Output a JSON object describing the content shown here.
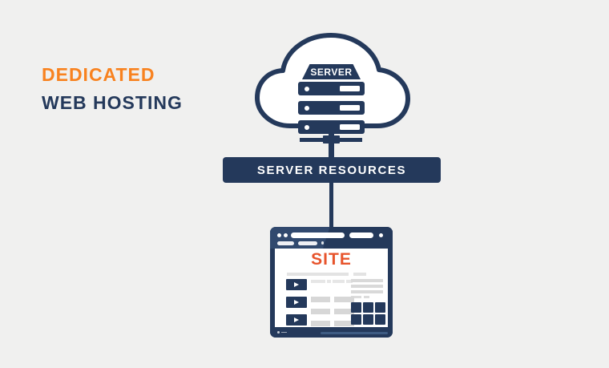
{
  "title": {
    "line1": "DEDICATED",
    "line2": "WEB HOSTING"
  },
  "cloud_server": {
    "label": "SERVER"
  },
  "banner": {
    "label": "SERVER RESOURCES"
  },
  "site": {
    "label": "SITE"
  },
  "icons": {
    "cloud": "cloud-outline",
    "server_rack": "three-stacked-server-units-with-stand",
    "play": "right-pointing-triangle",
    "window_controls": "two-dots-left-one-dot-right",
    "grid": "3x2-square-thumbnail-grid"
  },
  "wireframe": {
    "video_rows": 3,
    "text_pair_rows": 3,
    "grid_rows": 2,
    "grid_cols": 3,
    "paragraph_lines": 3
  },
  "colors": {
    "background": "#f0f0ef",
    "navy": "#24395b",
    "navy_highlight": "#31496e",
    "orange": "#f8821f",
    "orange_red": "#e7542c",
    "gray_block": "#d7d7d7",
    "gray_light": "#e3e3e3",
    "white": "#ffffff",
    "scrollbar_blue": "#3e5c83"
  }
}
